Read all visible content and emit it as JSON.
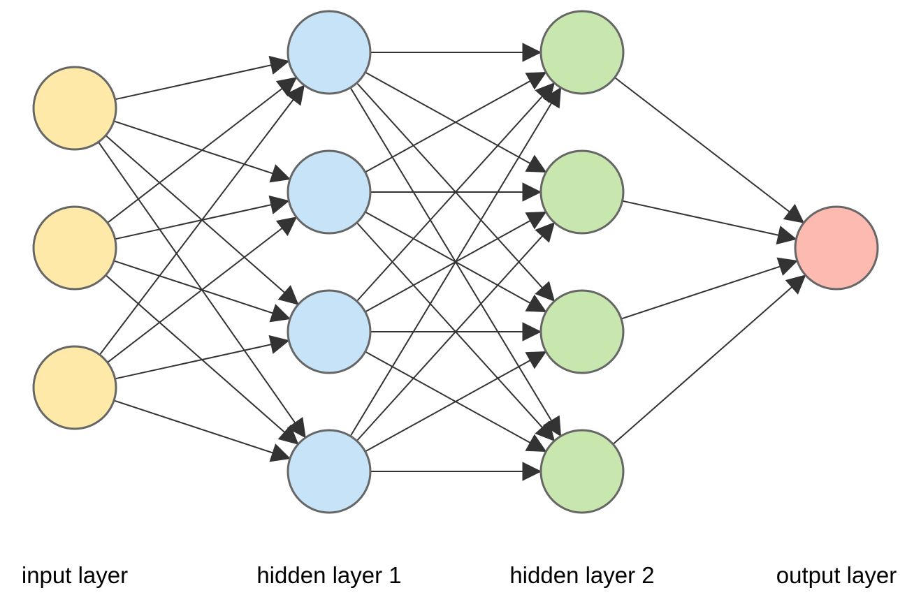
{
  "diagram": {
    "type": "neural-network",
    "layers": [
      {
        "id": "input",
        "label": "input layer",
        "nodes": 3,
        "color": "#fee9a8"
      },
      {
        "id": "hidden1",
        "label": "hidden layer 1",
        "nodes": 4,
        "color": "#c6e3f7"
      },
      {
        "id": "hidden2",
        "label": "hidden layer 2",
        "nodes": 4,
        "color": "#c8e7ae"
      },
      {
        "id": "output",
        "label": "output layer",
        "nodes": 1,
        "color": "#fdbab1"
      }
    ],
    "connections": "fully-connected",
    "edge_color": "#333333",
    "node_border_color": "#666666"
  }
}
